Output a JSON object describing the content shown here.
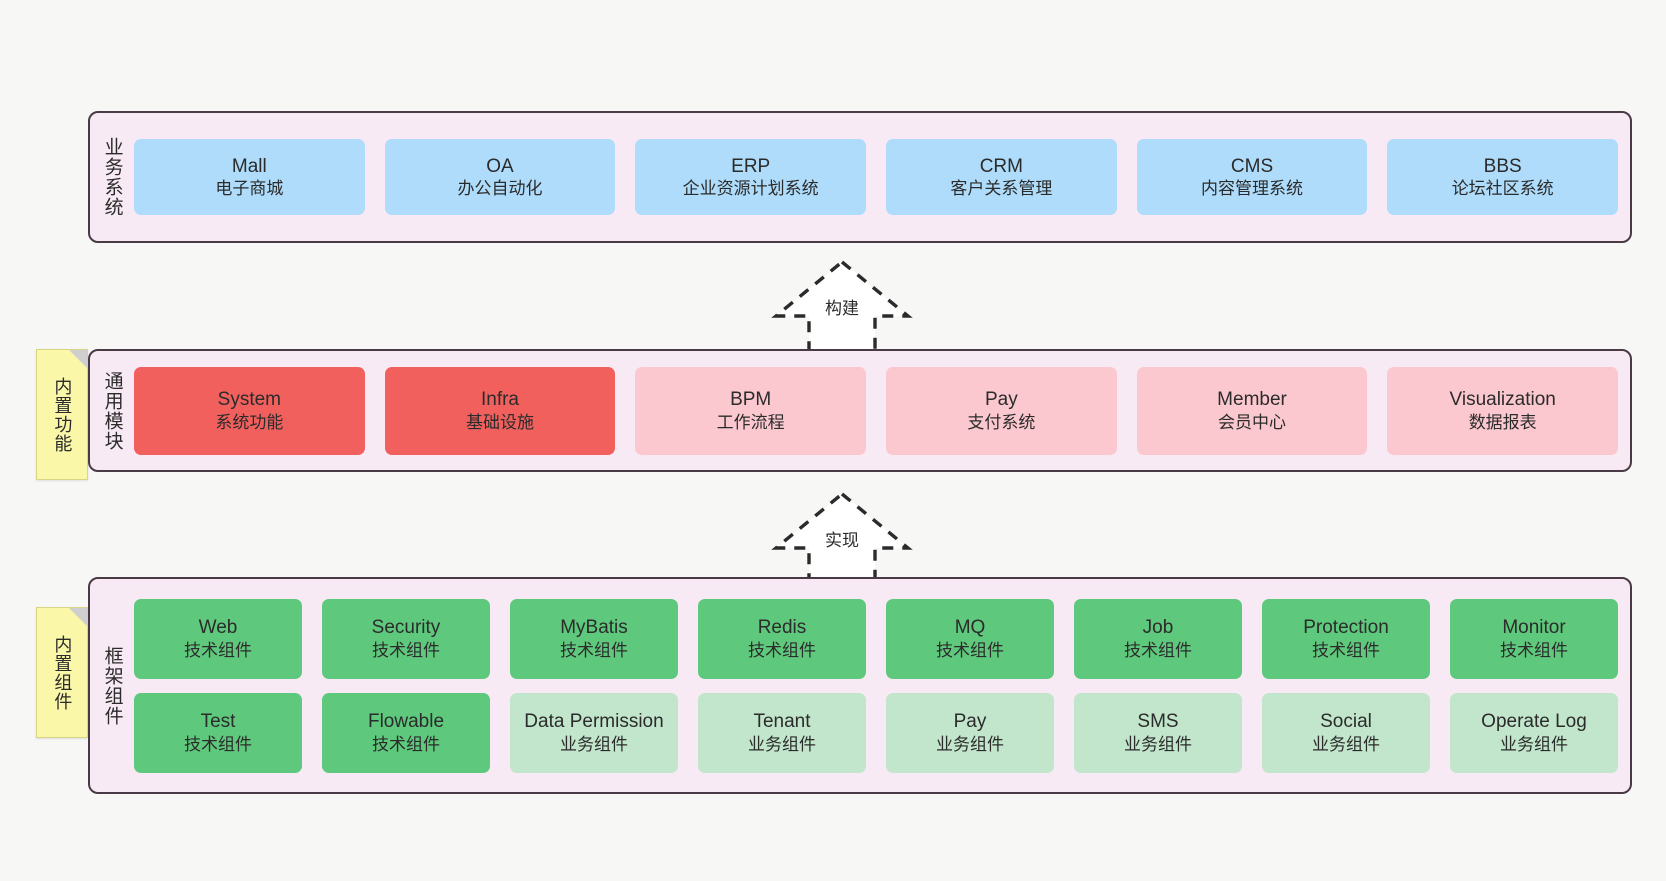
{
  "background": "#f7f7f5",
  "bands": [
    {
      "id": "business",
      "title": "业务系统",
      "rows": [
        {
          "cells": [
            {
              "t1": "Mall",
              "t2": "电子商城",
              "color": "#aedcfa"
            },
            {
              "t1": "OA",
              "t2": "办公自动化",
              "color": "#aedcfa"
            },
            {
              "t1": "ERP",
              "t2": "企业资源计划系统",
              "color": "#aedcfa"
            },
            {
              "t1": "CRM",
              "t2": "客户关系管理",
              "color": "#aedcfa"
            },
            {
              "t1": "CMS",
              "t2": "内容管理系统",
              "color": "#aedcfa"
            },
            {
              "t1": "BBS",
              "t2": "论坛社区系统",
              "color": "#aedcfa"
            }
          ]
        }
      ]
    },
    {
      "id": "modules",
      "title": "通用模块",
      "sticky": "内置功能",
      "rows": [
        {
          "cells": [
            {
              "t1": "System",
              "t2": "系统功能",
              "color": "#f2605e"
            },
            {
              "t1": "Infra",
              "t2": "基础设施",
              "color": "#f2605e"
            },
            {
              "t1": "BPM",
              "t2": "工作流程",
              "color": "#fbc8cf"
            },
            {
              "t1": "Pay",
              "t2": "支付系统",
              "color": "#fbc8cf"
            },
            {
              "t1": "Member",
              "t2": "会员中心",
              "color": "#fbc8cf"
            },
            {
              "t1": "Visualization",
              "t2": "数据报表",
              "color": "#fbc8cf"
            }
          ]
        }
      ]
    },
    {
      "id": "framework",
      "title": "框架组件",
      "sticky": "内置组件",
      "rows": [
        {
          "cells": [
            {
              "t1": "Web",
              "t2": "技术组件",
              "color": "#5ec97c"
            },
            {
              "t1": "Security",
              "t2": "技术组件",
              "color": "#5ec97c"
            },
            {
              "t1": "MyBatis",
              "t2": "技术组件",
              "color": "#5ec97c"
            },
            {
              "t1": "Redis",
              "t2": "技术组件",
              "color": "#5ec97c"
            },
            {
              "t1": "MQ",
              "t2": "技术组件",
              "color": "#5ec97c"
            },
            {
              "t1": "Job",
              "t2": "技术组件",
              "color": "#5ec97c"
            },
            {
              "t1": "Protection",
              "t2": "技术组件",
              "color": "#5ec97c"
            },
            {
              "t1": "Monitor",
              "t2": "技术组件",
              "color": "#5ec97c"
            }
          ]
        },
        {
          "cells": [
            {
              "t1": "Test",
              "t2": "技术组件",
              "color": "#5ec97c"
            },
            {
              "t1": "Flowable",
              "t2": "技术组件",
              "color": "#5ec97c"
            },
            {
              "t1": "Data Permission",
              "t2": "业务组件",
              "color": "#c2e6cb"
            },
            {
              "t1": "Tenant",
              "t2": "业务组件",
              "color": "#c2e6cb"
            },
            {
              "t1": "Pay",
              "t2": "业务组件",
              "color": "#c2e6cb"
            },
            {
              "t1": "SMS",
              "t2": "业务组件",
              "color": "#c2e6cb"
            },
            {
              "t1": "Social",
              "t2": "业务组件",
              "color": "#c2e6cb"
            },
            {
              "t1": "Operate Log",
              "t2": "业务组件",
              "color": "#c2e6cb"
            }
          ]
        }
      ]
    }
  ],
  "arrows": [
    {
      "id": "build",
      "label": "构建",
      "direction": "up",
      "style": "dashed-hollow"
    },
    {
      "id": "impl",
      "label": "实现",
      "direction": "up",
      "style": "dashed-hollow"
    }
  ]
}
